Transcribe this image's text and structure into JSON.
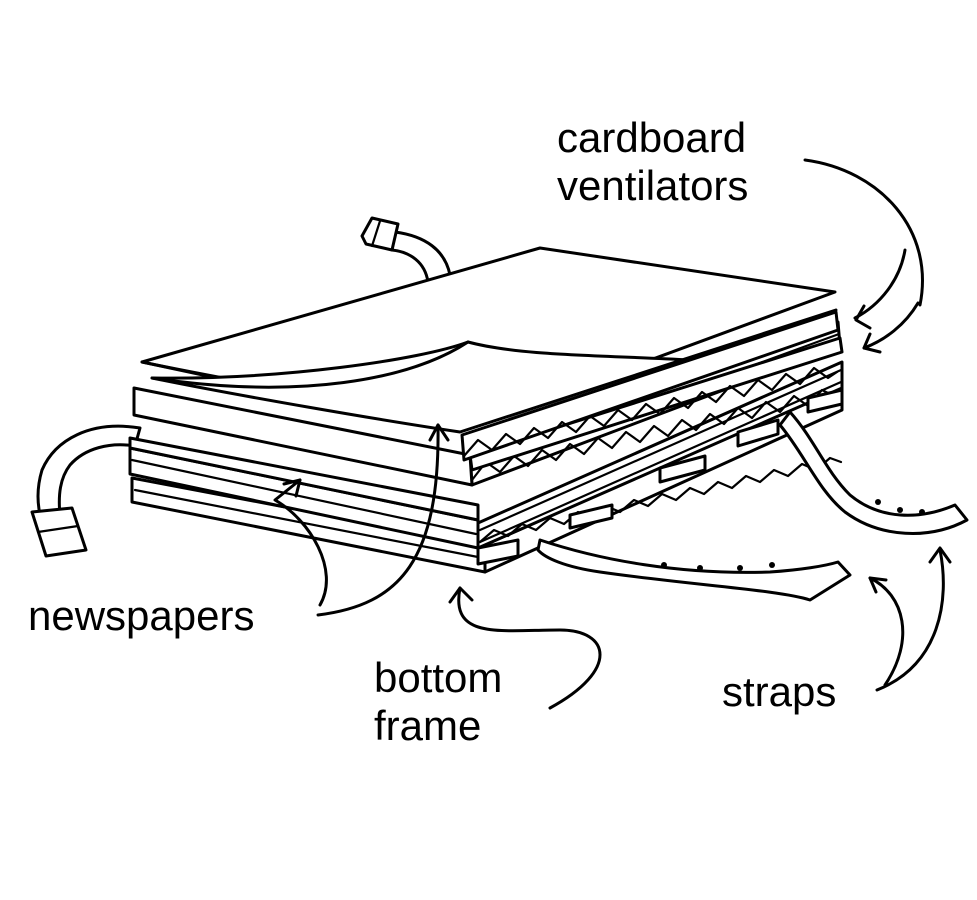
{
  "labels": {
    "cardboard_ventilators": [
      "cardboard",
      "ventilators"
    ],
    "newspapers": "newspapers",
    "bottom_frame": [
      "bottom",
      "frame"
    ],
    "straps": "straps"
  },
  "colors": {
    "ink": "#000000",
    "paper": "#ffffff"
  }
}
